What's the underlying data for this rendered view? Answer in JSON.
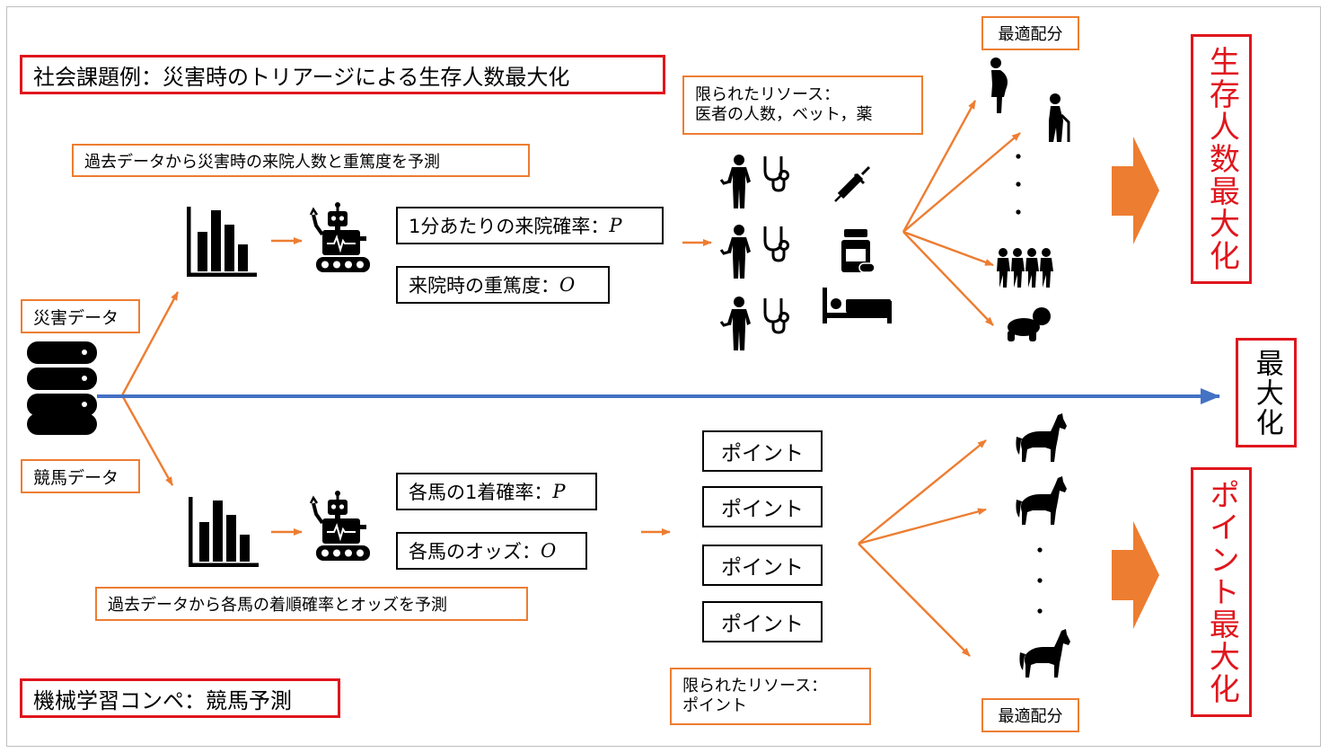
{
  "top": {
    "title": "社会課題例：災害時のトリアージによる生存人数最大化",
    "predict_note": "過去データから災害時の来院人数と重篤度を予測",
    "feature_p": "1分あたりの来院確率：",
    "feature_o": "来院時の重篤度：",
    "resource_line1": "限られたリソース：",
    "resource_line2": "医者の人数，ベット，薬",
    "allocation": "最適配分",
    "result": "生存人数最大化"
  },
  "bottom": {
    "title": "機械学習コンペ：競馬予測",
    "predict_note": "過去データから各馬の着順確率とオッズを予測",
    "feature_p": "各馬の1着確率：",
    "feature_o": "各馬のオッズ：",
    "points": [
      "ポイント",
      "ポイント",
      "ポイント",
      "ポイント"
    ],
    "resource_line1": "限られたリソース：",
    "resource_line2": "ポイント",
    "allocation": "最適配分",
    "result": "ポイント最大化"
  },
  "symbols": {
    "p": "P",
    "o": "O"
  },
  "left": {
    "disaster_data": "災害データ",
    "horse_data": "競馬データ"
  },
  "center": {
    "label": "最大化"
  },
  "colors": {
    "red": "#e0161d",
    "orange": "#ed7d31",
    "blue": "#4472c4",
    "black": "#000000"
  },
  "icons": [
    "database-icon",
    "bar-chart-icon",
    "robot-icon",
    "doctor-icon",
    "syringe-icon",
    "pill-bottle-icon",
    "hospital-bed-icon",
    "pregnant-woman-icon",
    "elderly-person-icon",
    "group-of-people-icon",
    "crawling-baby-icon",
    "horse-icon",
    "block-arrow-right-icon"
  ]
}
